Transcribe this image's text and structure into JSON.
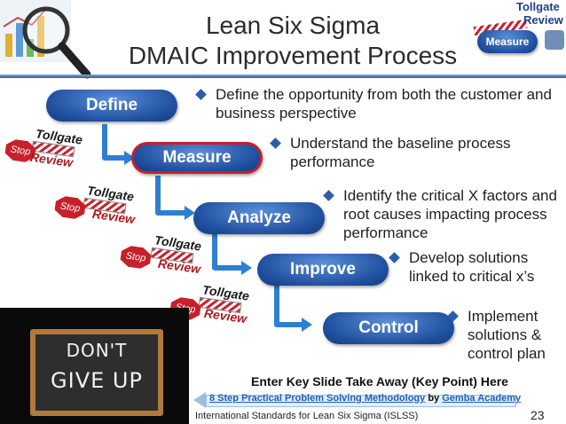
{
  "title": {
    "line1": "Lean Six Sigma",
    "line2": "DMAIC Improvement Process"
  },
  "badge": {
    "tollgate": "Tollgate",
    "review": "Review",
    "measure": "Measure"
  },
  "phases": [
    {
      "name": "Define",
      "bullet": "Define the opportunity from both the customer and business perspective"
    },
    {
      "name": "Measure",
      "bullet": "Understand the baseline process performance"
    },
    {
      "name": "Analyze",
      "bullet": "Identify the critical X factors and root causes impacting process performance"
    },
    {
      "name": "Improve",
      "bullet": "Develop solutions linked to critical x’s"
    },
    {
      "name": "Control",
      "bullet": "Implement solutions & control plan"
    }
  ],
  "tollgate": {
    "stop": "Stop",
    "tollgate": "Tollgate",
    "review": "Review"
  },
  "chalkboard": {
    "line1": "DON'T",
    "line2": "GIVE UP"
  },
  "takeaway": "Enter Key Slide Take Away (Key Point) Here",
  "source": {
    "link": "8 Step Practical Problem Solving Methodology",
    "by": "by",
    "org": "Gemba Academy"
  },
  "footer": {
    "org": "International Standards for Lean Six Sigma (ISLSS)",
    "page": "23"
  },
  "colors": {
    "pill": "#1f4f9e",
    "stop": "#c8202a",
    "review": "#b0181f",
    "arrow": "#2f7fd0",
    "rule": "#2f5f9a"
  }
}
